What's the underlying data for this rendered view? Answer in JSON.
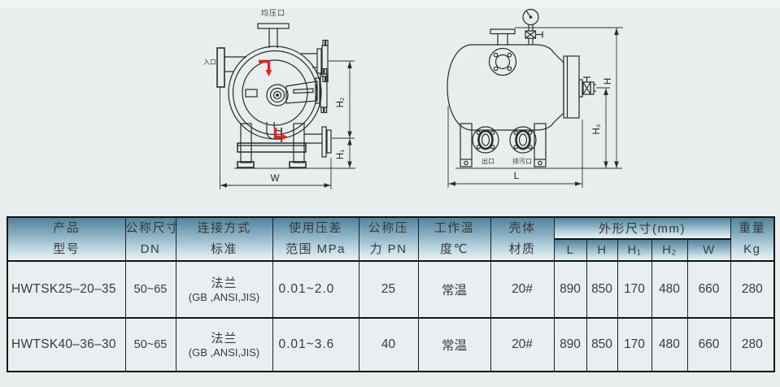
{
  "diagram": {
    "front_view": {
      "port_top_label": "均压口",
      "inlet_label": "入口",
      "dim_w": "W",
      "dim_h1": "H₁",
      "dim_h2": "H₂"
    },
    "side_view": {
      "outlet_label": "出口",
      "drain_label": "排污口",
      "dim_l": "L",
      "dim_h": "H",
      "dim_h3": "H₃"
    }
  },
  "table": {
    "columns": [
      {
        "line1": "产品",
        "line2": "型号"
      },
      {
        "line1": "公称尺寸",
        "line2": "DN"
      },
      {
        "line1": "连接方式",
        "line2": "标准"
      },
      {
        "line1": "使用压差",
        "line2": "范围 MPa"
      },
      {
        "line1": "公称压",
        "line2": "力 PN"
      },
      {
        "line1": "工作温",
        "line2": "度℃"
      },
      {
        "line1": "壳体",
        "line2": "材质"
      },
      {
        "line1": "重量",
        "line2": "Kg"
      }
    ],
    "dims_group": {
      "title": "外形尺寸(mm)",
      "subcols": [
        "L",
        "H",
        "H₁",
        "H₂",
        "W"
      ]
    },
    "rows": [
      {
        "model": "HWTSK25–20–35",
        "dn": "50~65",
        "conn1": "法兰",
        "conn2": "(GB ,ANSI,JIS)",
        "pressure_range": "0.01~2.0",
        "pn": "25",
        "temp": "常温",
        "shell": "20#",
        "dims": {
          "L": "890",
          "H": "850",
          "H1": "170",
          "H2": "480",
          "W": "660"
        },
        "weight": "280"
      },
      {
        "model": "HWTSK40–36–30",
        "dn": "50~65",
        "conn1": "法兰",
        "conn2": "(GB ,ANSI,JIS)",
        "pressure_range": "0.01~3.6",
        "pn": "40",
        "temp": "常温",
        "shell": "20#",
        "dims": {
          "L": "890",
          "H": "850",
          "H1": "170",
          "H2": "480",
          "W": "660"
        },
        "weight": "280"
      }
    ]
  },
  "colors": {
    "accent_red": "#e8201a",
    "line": "#2b2b2b",
    "header_gradient_top": "#52829b",
    "header_gradient_bottom": "#eaf3f6"
  }
}
